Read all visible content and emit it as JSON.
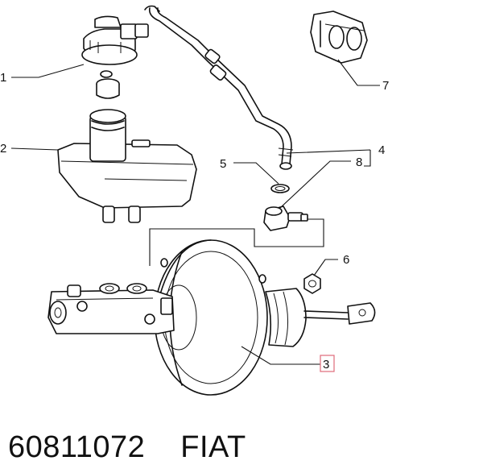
{
  "callouts": {
    "c1": "1",
    "c2": "2",
    "c3": "3",
    "c4": "4",
    "c5": "5",
    "c6": "6",
    "c7": "7",
    "c8": "8"
  },
  "footer": {
    "part_number": "60811072",
    "brand": "FIAT"
  }
}
